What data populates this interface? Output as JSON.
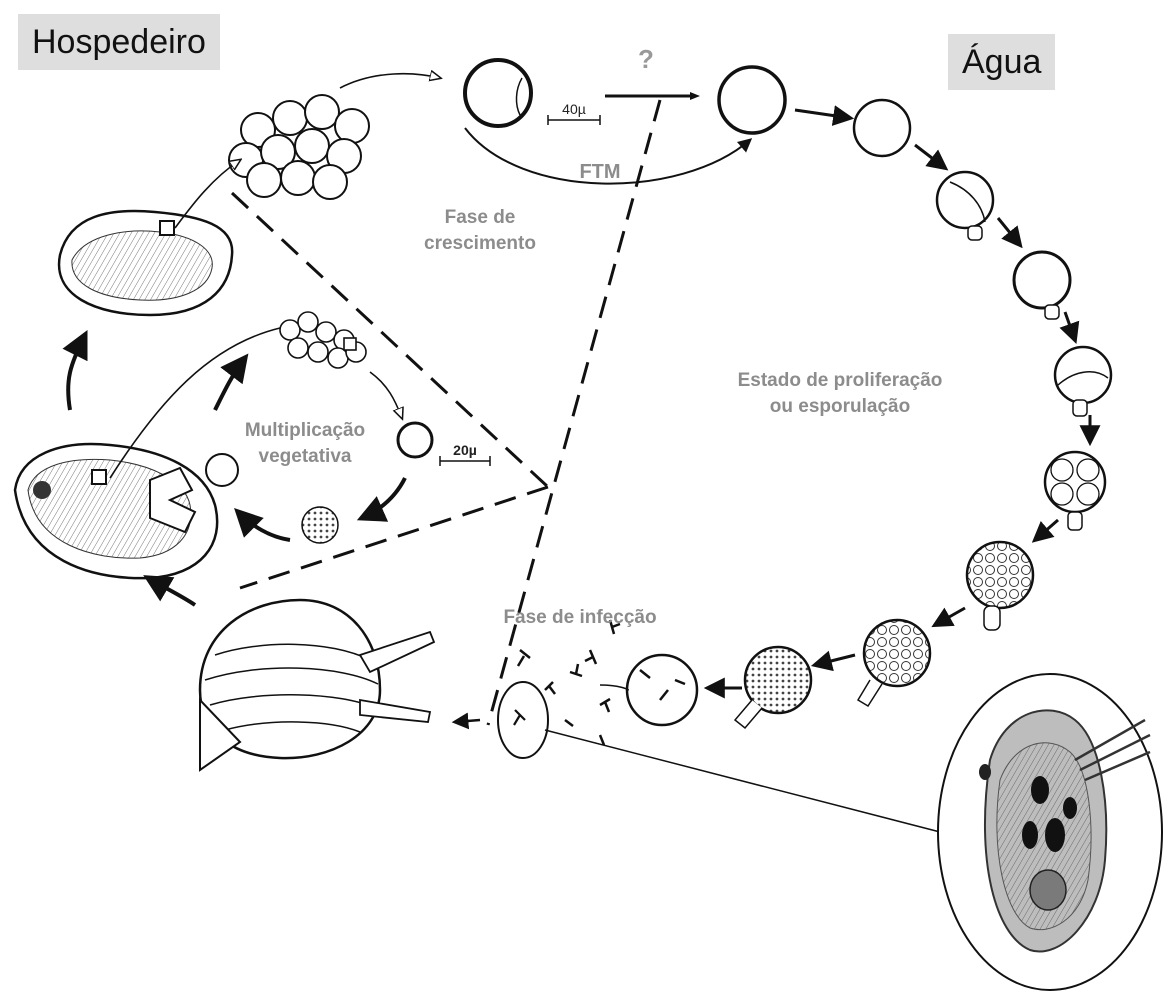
{
  "regions": {
    "host": "Hospedeiro",
    "water": "Água"
  },
  "phases": {
    "growth_line1": "Fase de",
    "growth_line2": "crescimento",
    "proliferation_line1": "Estado de proliferação",
    "proliferation_line2": "ou esporulação",
    "vegetative_line1": "Multiplicação",
    "vegetative_line2": "vegetativa",
    "infection": "Fase de infecção"
  },
  "annotations": {
    "question": "?",
    "ftm": "FTM",
    "scale_large": "40µ",
    "scale_small": "20µ"
  }
}
